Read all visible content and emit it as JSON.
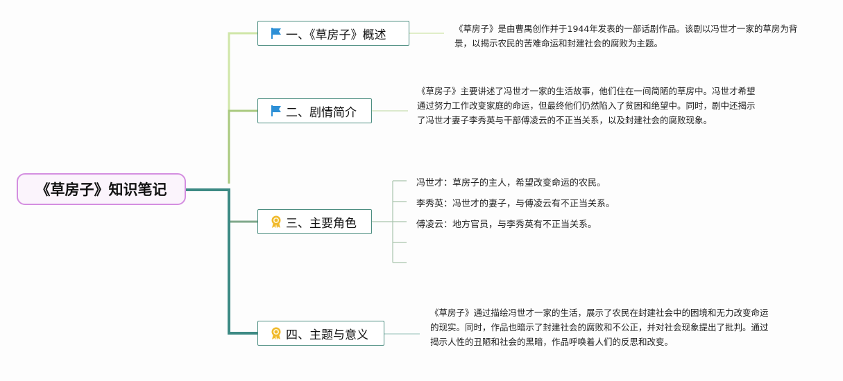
{
  "root": {
    "title": "《草房子》知识笔记"
  },
  "branches": [
    {
      "label": "一、《草房子》概述",
      "icon": "blue-flag-icon",
      "note": "《草房子》是由曹禺创作并于1944年发表的一部话剧作品。该剧以冯世才一家的草房为背景，以揭示农民的苦难命运和封建社会的腐败为主题。"
    },
    {
      "label": "二、剧情简介",
      "icon": "blue-flag-icon",
      "note": "《草房子》主要讲述了冯世才一家的生活故事，他们住在一间简陋的草房中。冯世才希望通过努力工作改变家庭的命运，但最终他们仍然陷入了贫困和绝望中。同时，剧中还揭示了冯世才妻子李秀英与干部傅凌云的不正当关系，以及封建社会的腐败现象。"
    },
    {
      "label": "三、主要角色",
      "icon": "award-ribbon-icon",
      "characters": [
        "冯世才：草房子的主人，希望改变命运的农民。",
        "李秀英：冯世才的妻子，与傅凌云有不正当关系。",
        "傅凌云：地方官员，与李秀英有不正当关系。"
      ]
    },
    {
      "label": "四、主题与意义",
      "icon": "award-ribbon-icon",
      "note": "《草房子》通过描绘冯世才一家的生活，展示了农民在封建社会中的困境和无力改变命运的现实。同时，作品也暗示了封建社会的腐败和不公正，并对社会现象提出了批判。通过揭示人性的丑陋和社会的黑暗，作品呼唤着人们的反思和改变。"
    }
  ],
  "colors": {
    "root_border": "#d48ee0",
    "branch_border": "#4b8d80",
    "line_1": "#cfe6a8",
    "line_2": "#a9c97e",
    "line_3": "#7fa88a",
    "line_4": "#3d8a84",
    "flag_blue": "#2c8fd6",
    "ribbon_gold": "#f0b92b"
  }
}
